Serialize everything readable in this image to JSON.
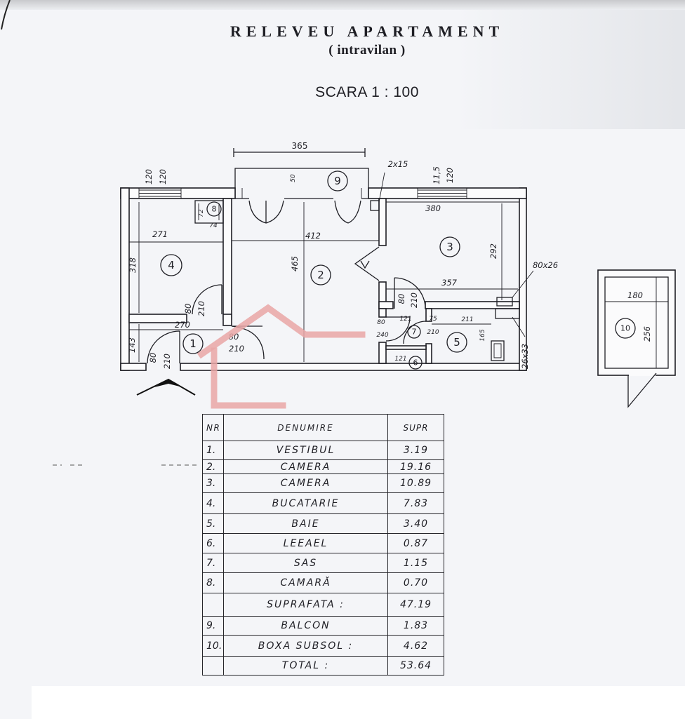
{
  "header": {
    "title": "RELEVEU APARTAMENT",
    "subtitle": "( intravilan )",
    "scale": "SCARA 1 : 100"
  },
  "plan": {
    "dims": {
      "top_width": "365",
      "balcony_beam": "2x15",
      "balcony_depth": "50",
      "win_left_a": "120",
      "win_left_b": "120",
      "win_right_a": "11,5",
      "win_right_b": "120",
      "pantry_a": "72",
      "pantry_b": "74",
      "kitchen_w": "271",
      "kitchen_h": "318",
      "room2_w": "412",
      "room2_h": "465",
      "room3_w": "380",
      "room3_h": "292",
      "room3_w2": "357",
      "duct": "80x26",
      "duct2": "26x33",
      "door_kitchen_w": "80",
      "door_kitchen_h": "210",
      "hall_w": "270",
      "hall_h": "143",
      "door_hall_w": "80",
      "door_hall_h": "210",
      "door_room2_w": "80",
      "door_room2_h": "210",
      "door_room3_w": "80",
      "door_room3_h": "210",
      "door_sas_w": "80",
      "door_sas_h": "240",
      "sas_w": "121",
      "door7_w": "75",
      "door7_h": "210",
      "bath_w": "211",
      "bath_h": "165",
      "wc_w": "121",
      "box_w": "180",
      "box_h": "256"
    },
    "rooms": {
      "r1": "1",
      "r2": "2",
      "r3": "3",
      "r4": "4",
      "r5": "5",
      "r6": "6",
      "r7": "7",
      "r8": "8",
      "r9": "9",
      "r10": "10"
    }
  },
  "table": {
    "headers": [
      "NR",
      "DENUMIRE",
      "SUPR"
    ],
    "rows": [
      {
        "nr": "1.",
        "name": "VESTIBUL",
        "area": "3.19"
      },
      {
        "nr": "2.",
        "name": "CAMERA",
        "area": "19.16"
      },
      {
        "nr": "3.",
        "name": "CAMERA",
        "area": "10.89"
      },
      {
        "nr": "4.",
        "name": "BUCATARIE",
        "area": "7.83"
      },
      {
        "nr": "5.",
        "name": "BAIE",
        "area": "3.40"
      },
      {
        "nr": "6.",
        "name": "LEEAEL",
        "area": "0.87"
      },
      {
        "nr": "7.",
        "name": "SAS",
        "area": "1.15"
      },
      {
        "nr": "8.",
        "name": "CAMARĂ",
        "area": "0.70"
      },
      {
        "nr": "",
        "name": "SUPRAFATA :",
        "area": "47.19"
      },
      {
        "nr": "9.",
        "name": "BALCON",
        "area": "1.83"
      },
      {
        "nr": "10.",
        "name": "BOXA SUBSOL :",
        "area": "4.62"
      },
      {
        "nr": "",
        "name": "TOTAL :",
        "area": "53.64"
      }
    ]
  },
  "colors": {
    "ink": "#1f1f25",
    "paper": "#f4f5f8",
    "watermark": "#e9a6a6"
  }
}
